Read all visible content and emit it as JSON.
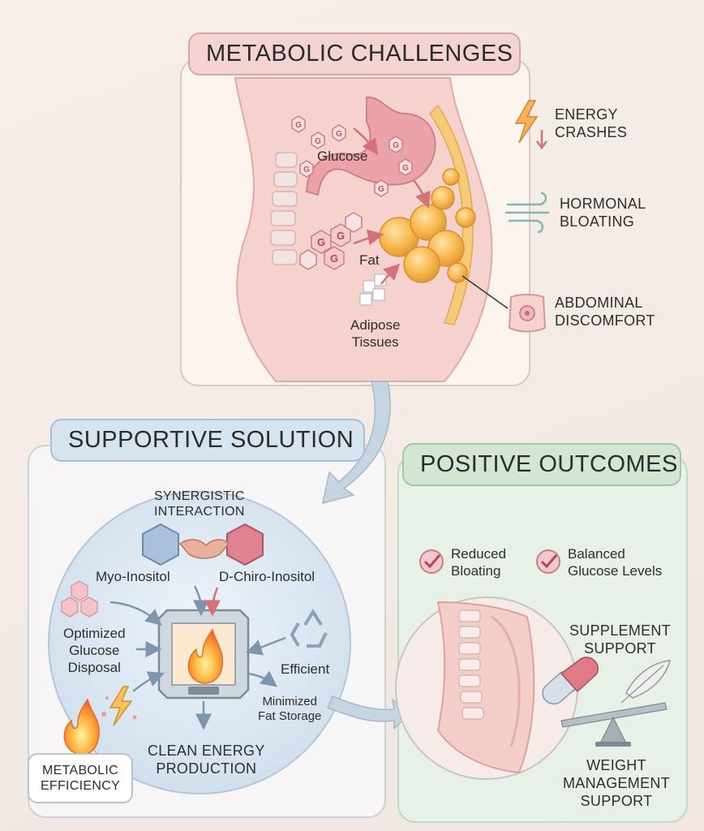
{
  "challenges": {
    "title": "METABOLIC CHALLENGES",
    "labels": {
      "glucose": "Glucose",
      "fat": "Fat",
      "adipose": "Adipose\nTissues",
      "g": "G"
    },
    "symptoms": [
      {
        "text": "ENERGY\nCRASHES",
        "icon": "lightning-down-icon"
      },
      {
        "text": "HORMONAL\nBLOATING",
        "icon": "wind-icon"
      },
      {
        "text": "ABDOMINAL\nDISCOMFORT",
        "icon": "abdomen-icon"
      }
    ]
  },
  "solution": {
    "title": "SUPPORTIVE SOLUTION",
    "synergy": "SYNERGISTIC\nINTERACTION",
    "myo": "Myo-Inositol",
    "dchiro": "D-Chiro-Inositol",
    "optimized": "Optimized\nGlucose\nDisposal",
    "efficient": "Efficient",
    "minimized": "Minimized\nFat Storage",
    "clean": "CLEAN ENERGY\nPRODUCTION",
    "efficiency": "METABOLIC\nEFFICIENCY"
  },
  "outcomes": {
    "title": "POSITIVE OUTCOMES",
    "checks": [
      {
        "text": "Reduced\nBloating"
      },
      {
        "text": "Balanced\nGlucose Levels"
      }
    ],
    "supplement": "SUPPLEMENT\nSUPPORT",
    "weight": "WEIGHT\nMANAGEMENT\nSUPPORT"
  },
  "colors": {
    "challenges": "#f4d3d3",
    "solution": "#d6e4ef",
    "outcomes": "#d2e6d3",
    "fat": "#f5b04a",
    "arrow": "#b9c8d8"
  }
}
